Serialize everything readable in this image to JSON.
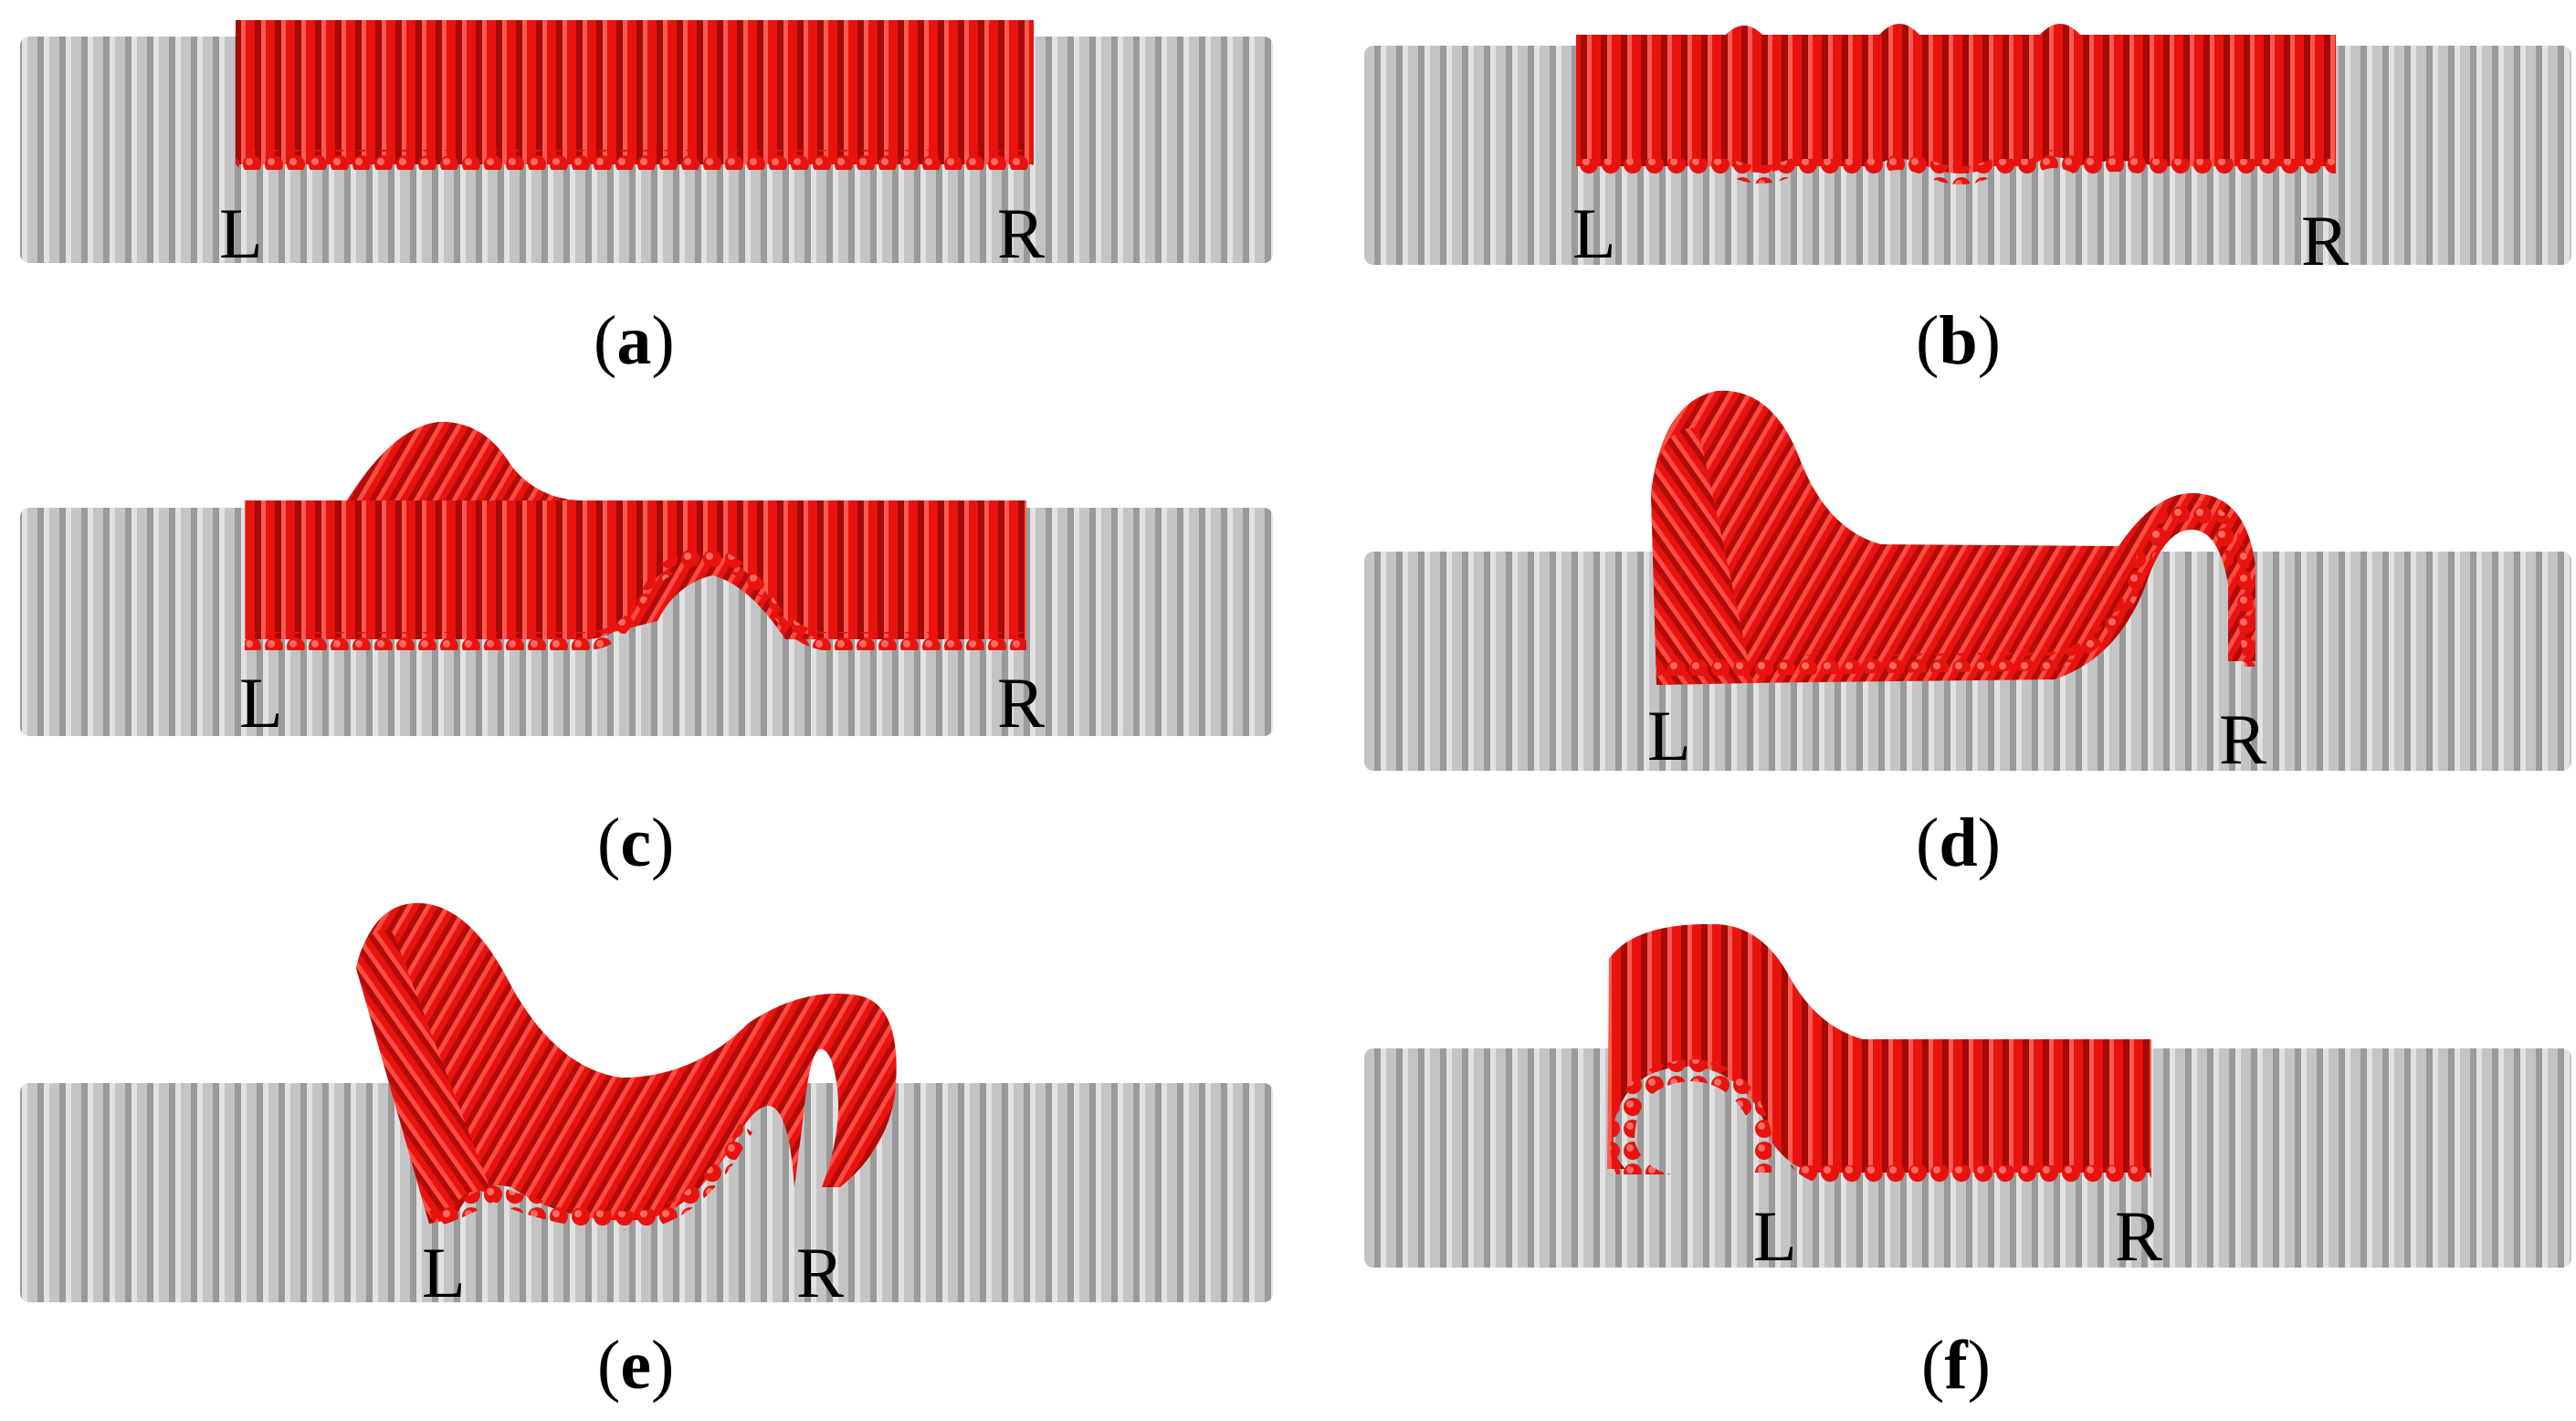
{
  "colors": {
    "substrate": "#c4c4c4",
    "substrate_dark": "#9a9a9a",
    "substrate_light": "#e2e2e2",
    "sheet": "#e8130f",
    "sheet_dark": "#a40a08",
    "sheet_light": "#ff5a50"
  },
  "panels": [
    {
      "id": "a",
      "caption_open": "(",
      "caption_letter": "a",
      "caption_close": ")",
      "left_label": "L",
      "right_label": "R"
    },
    {
      "id": "b",
      "caption_open": "(",
      "caption_letter": "b",
      "caption_close": ")",
      "left_label": "L",
      "right_label": "R"
    },
    {
      "id": "c",
      "caption_open": "(",
      "caption_letter": "c",
      "caption_close": ")",
      "left_label": "L",
      "right_label": "R"
    },
    {
      "id": "d",
      "caption_open": "(",
      "caption_letter": "d",
      "caption_close": ")",
      "left_label": "L",
      "right_label": "R"
    },
    {
      "id": "e",
      "caption_open": "(",
      "caption_letter": "e",
      "caption_close": ")",
      "left_label": "L",
      "right_label": "R"
    },
    {
      "id": "f",
      "caption_open": "(",
      "caption_letter": "f",
      "caption_close": ")",
      "left_label": "L",
      "right_label": "R"
    }
  ]
}
